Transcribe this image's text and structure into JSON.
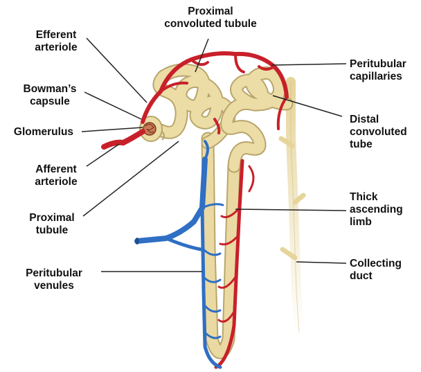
{
  "labels": {
    "proximal_convoluted_tubule": "Proximal\nconvoluted tubule",
    "efferent_arteriole": "Efferent\narteriole",
    "bowmans_capsule": "Bowman’s\ncapsule",
    "glomerulus": "Glomerulus",
    "afferent_arteriole": "Afferent\narteriole",
    "proximal_tubule": "Proximal\ntubule",
    "peritubular_venules": "Peritubular\nvenules",
    "peritubular_capillaries": "Peritubular\ncapillaries",
    "distal_convoluted_tube": "Distal\nconvoluted\ntube",
    "thick_ascending_limb": "Thick\nascending\nlimb",
    "collecting_duct": "Collecting\nduct"
  },
  "colors": {
    "tubule": "#e6d49a",
    "tubule_edge": "#b8a56a",
    "artery": "#c8202a",
    "vein": "#2f6fc4",
    "leader": "#222222"
  }
}
